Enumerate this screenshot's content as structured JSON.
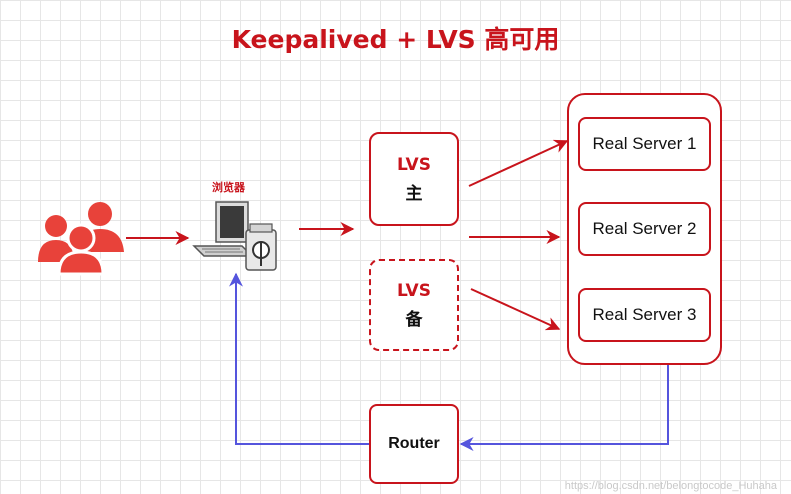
{
  "title": "Keepalived + LVS 高可用",
  "client": {
    "icon": "users-group-icon"
  },
  "browser": {
    "label": "浏览器",
    "icon": "laptop-server-icon"
  },
  "lvs_main": {
    "name": "LVS",
    "role": "主"
  },
  "lvs_backup": {
    "name": "LVS",
    "role": "备"
  },
  "real_servers": [
    {
      "label": "Real Server 1"
    },
    {
      "label": "Real Server 2"
    },
    {
      "label": "Real Server 3"
    }
  ],
  "router": {
    "label": "Router"
  },
  "watermark": "https://blog.csdn.net/belongtocode_Huhaha",
  "colors": {
    "accent": "#c8141c",
    "return_path": "#5555dd",
    "grid": "#e6e6e6"
  }
}
